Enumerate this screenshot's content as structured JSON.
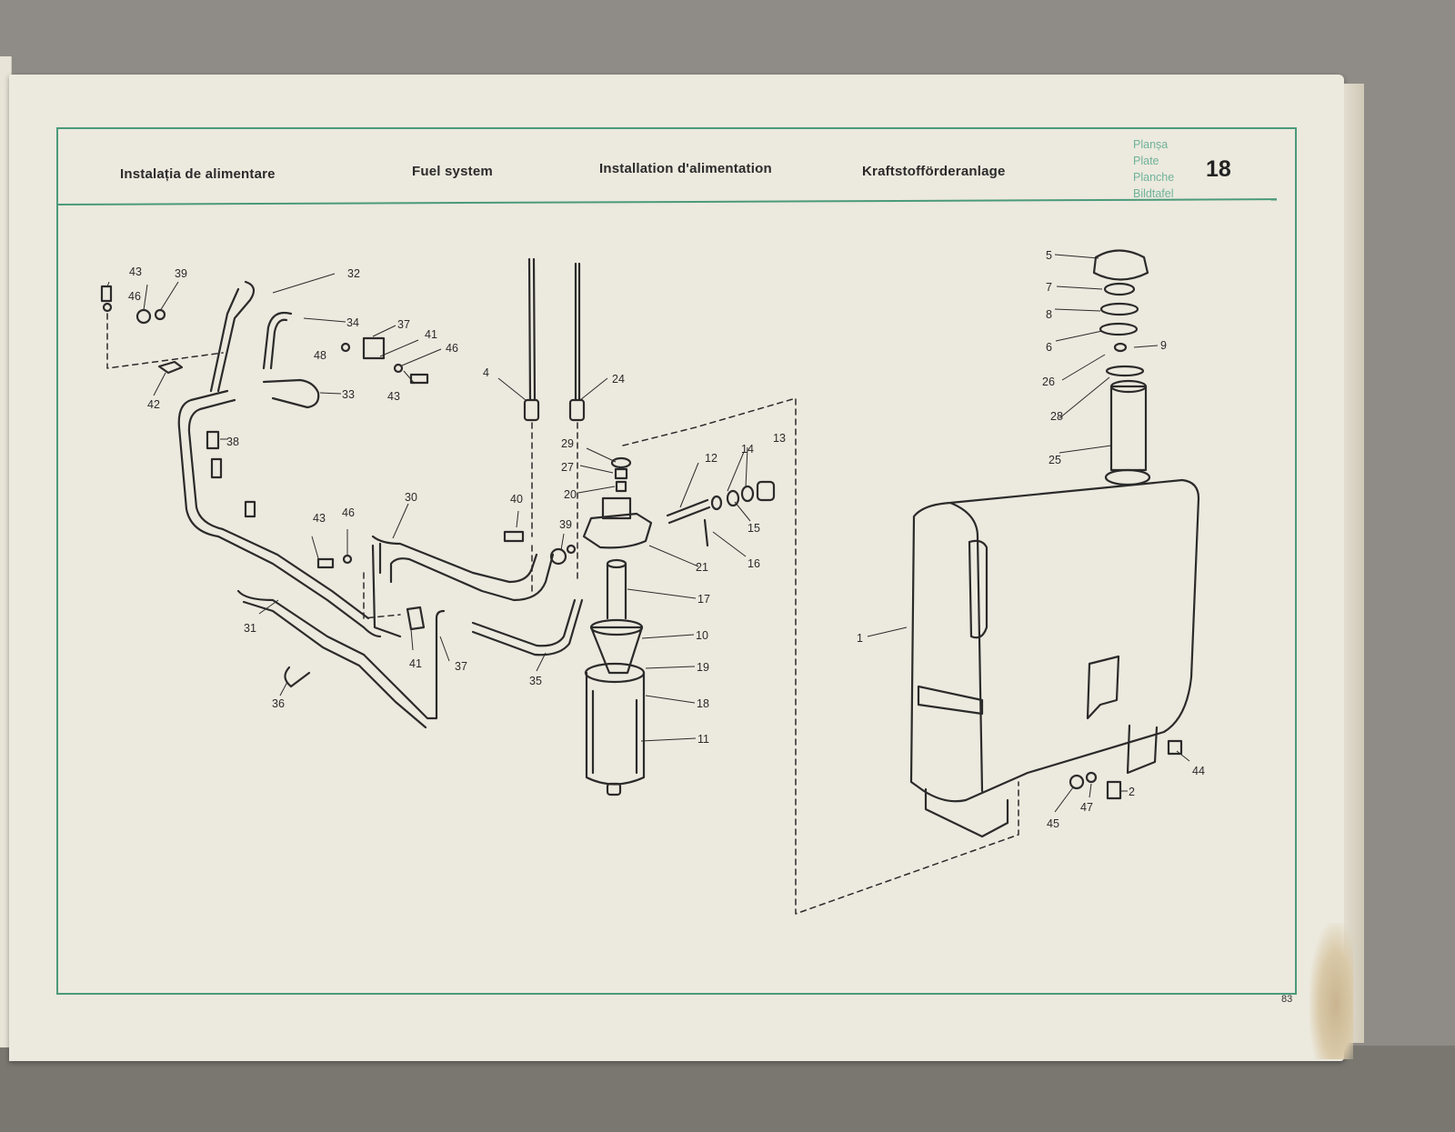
{
  "header": {
    "title_ro": "Instalația de alimentare",
    "title_en": "Fuel system",
    "title_fr": "Installation d'alimentation",
    "title_de": "Kraftstofförderanlage",
    "plate_labels": [
      "Planșa",
      "Plate",
      "Planche",
      "Bildtafel"
    ],
    "plate_number": "18"
  },
  "page_number": "83",
  "colors": {
    "accent_green": "#4a9a7a",
    "plate_text": "#6fb39a",
    "ink": "#2a2a2a"
  },
  "callouts": [
    "43",
    "46",
    "39",
    "32",
    "34",
    "37",
    "41",
    "46",
    "48",
    "43",
    "33",
    "42",
    "38",
    "4",
    "24",
    "29",
    "27",
    "20",
    "13",
    "12",
    "14",
    "15",
    "16",
    "21",
    "17",
    "10",
    "19",
    "18",
    "11",
    "40",
    "39",
    "43",
    "46",
    "30",
    "31",
    "41",
    "37",
    "35",
    "36",
    "5",
    "7",
    "8",
    "6",
    "9",
    "26",
    "28",
    "25",
    "1",
    "44",
    "2",
    "47",
    "45"
  ]
}
